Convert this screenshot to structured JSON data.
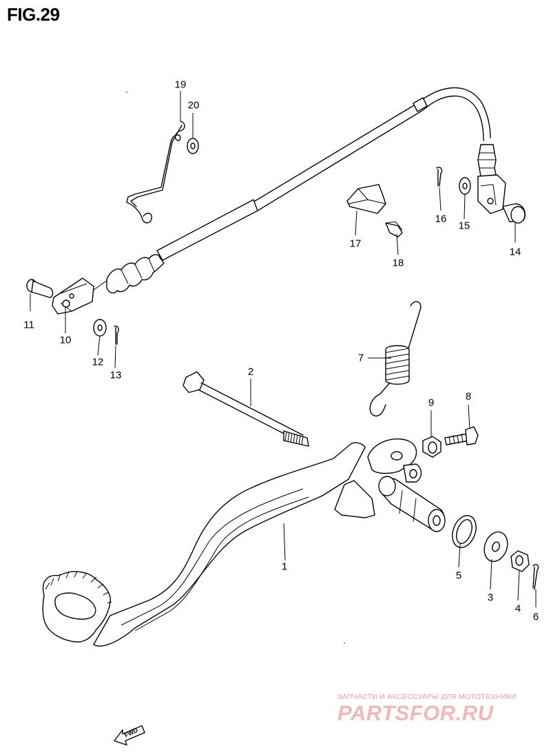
{
  "figure": {
    "title": "FIG.29"
  },
  "callouts": [
    {
      "id": "c1",
      "text": "1"
    },
    {
      "id": "c2",
      "text": "2"
    },
    {
      "id": "c3",
      "text": "3"
    },
    {
      "id": "c4",
      "text": "4"
    },
    {
      "id": "c5",
      "text": "5"
    },
    {
      "id": "c6",
      "text": "6"
    },
    {
      "id": "c7",
      "text": "7"
    },
    {
      "id": "c8",
      "text": "8"
    },
    {
      "id": "c9",
      "text": "9"
    },
    {
      "id": "c10",
      "text": "10"
    },
    {
      "id": "c11",
      "text": "11"
    },
    {
      "id": "c12",
      "text": "12"
    },
    {
      "id": "c13",
      "text": "13"
    },
    {
      "id": "c14",
      "text": "14"
    },
    {
      "id": "c15",
      "text": "15"
    },
    {
      "id": "c16",
      "text": "16"
    },
    {
      "id": "c17",
      "text": "17"
    },
    {
      "id": "c18",
      "text": "18"
    },
    {
      "id": "c19",
      "text": "19"
    },
    {
      "id": "c20",
      "text": "20"
    }
  ],
  "watermark": {
    "tagline": "ЗАПЧАСТИ И АКСЕССУАРЫ ДЛЯ МОТОТЕХНИКИ",
    "brand": "PARTSFOR.RU"
  },
  "direction": {
    "text": "FWD"
  }
}
